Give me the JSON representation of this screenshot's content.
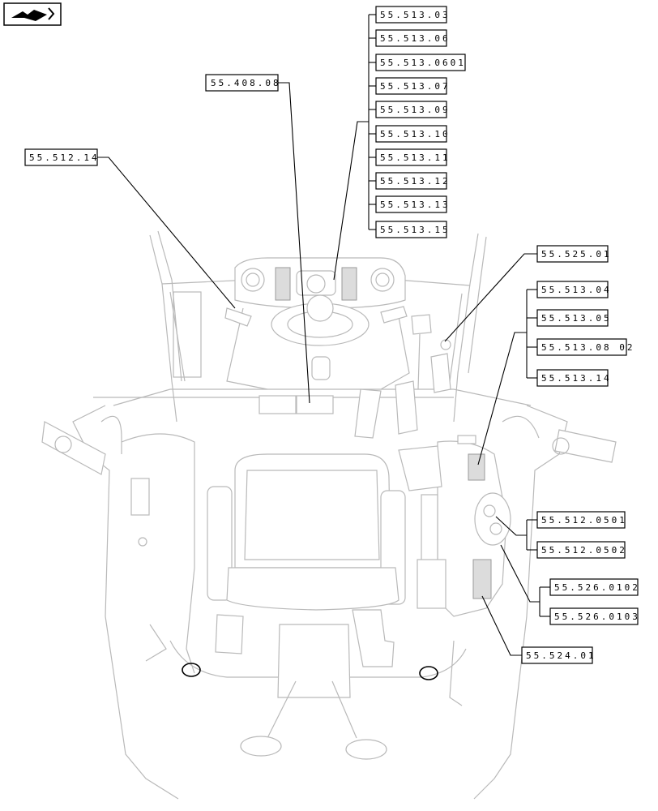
{
  "accent_color": "#000000",
  "nav_icon": "page-navigation-icon",
  "callouts": {
    "c_55_408_08": "55.408.08",
    "c_55_512_14": "55.512.14",
    "c_55_513_03": "55.513.03",
    "c_55_513_06": "55.513.06",
    "c_55_513_0601": "55.513.0601",
    "c_55_513_07": "55.513.07",
    "c_55_513_09": "55.513.09",
    "c_55_513_10": "55.513.10",
    "c_55_513_11": "55.513.11",
    "c_55_513_12": "55.513.12",
    "c_55_513_13": "55.513.13",
    "c_55_513_15": "55.513.15",
    "c_55_525_01": "55.525.01",
    "c_55_513_04": "55.513.04",
    "c_55_513_05": "55.513.05",
    "c_55_513_08_02": "55.513.08 02",
    "c_55_513_14": "55.513.14",
    "c_55_512_0501": "55.512.0501",
    "c_55_512_0502": "55.512.0502",
    "c_55_526_0102": "55.526.0102",
    "c_55_526_0103": "55.526.0103",
    "c_55_524_01": "55.524.01"
  }
}
